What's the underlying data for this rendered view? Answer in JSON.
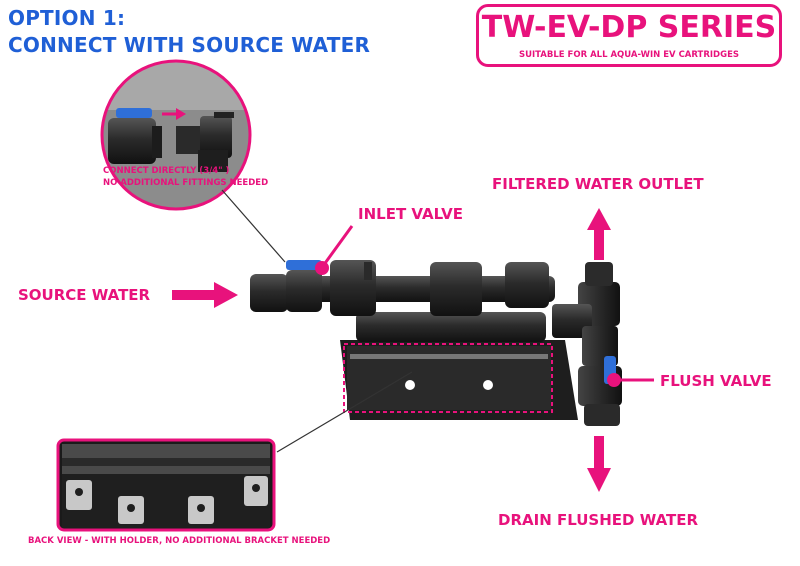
{
  "header": {
    "option_line1": "OPTION 1:",
    "option_line2": "CONNECT WITH SOURCE WATER"
  },
  "series": {
    "title": "TW-EV-DP SERIES",
    "subtitle": "SUITABLE FOR ALL AQUA-WIN EV CARTRIDGES"
  },
  "callout_top": {
    "line1": "CONNECT DIRECTLY (3/4\" )",
    "line2": "NO ADDITIONAL FITTINGS NEEDED"
  },
  "labels": {
    "inlet_valve": "INLET VALVE",
    "source_water": "SOURCE WATER",
    "filtered_outlet": "FILTERED WATER OUTLET",
    "flush_valve": "FLUSH VALVE",
    "drain": "DRAIN FLUSHED WATER"
  },
  "callout_bottom": {
    "caption": "BACK VIEW - WITH HOLDER, NO ADDITIONAL BRACKET NEEDED"
  },
  "colors": {
    "accent_pink": "#e8127c",
    "heading_blue": "#1f5fd6",
    "valve_blue": "#2f6fd8",
    "product_black": "#2a2a2a"
  }
}
